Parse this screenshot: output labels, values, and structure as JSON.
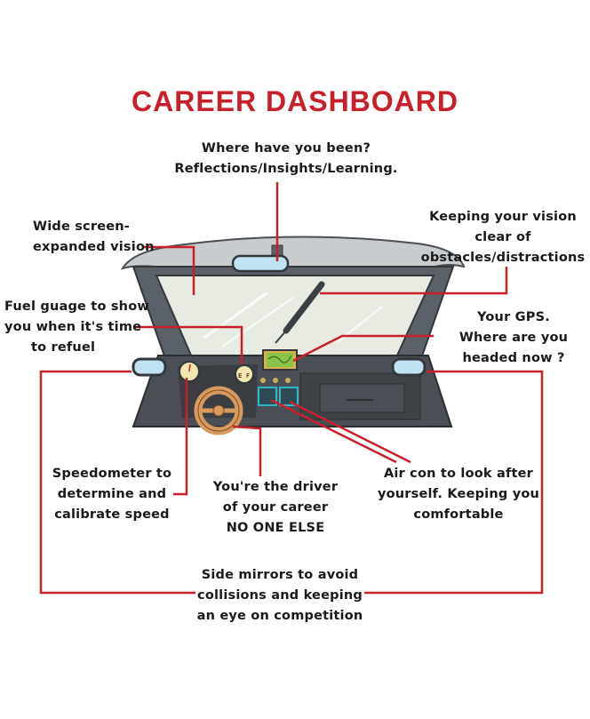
{
  "title": "CAREER DASHBOARD",
  "colors": {
    "accent": "#c8202b",
    "frame": "#5a6168",
    "glass": "#e8ebe2",
    "wheel": "#d89a5e",
    "vent": "#2fb8c8",
    "gps": "#8bc34a"
  },
  "labels": {
    "rear_mirror": [
      "Where have you been?",
      "Reflections/Insights/Learning."
    ],
    "windscreen": [
      "Wide screen-",
      "expanded vision"
    ],
    "wiper": [
      "Keeping your vision",
      "clear of",
      "obstacles/distractions"
    ],
    "fuel": [
      "Fuel guage to show",
      "you when it's time",
      "to refuel"
    ],
    "gps": [
      "Your GPS.",
      "Where are you",
      "headed now ?"
    ],
    "speedometer": [
      "Speedometer to",
      "determine and",
      "calibrate speed"
    ],
    "steering": [
      "You're the driver",
      "of your career",
      "NO ONE ELSE"
    ],
    "aircon": [
      "Air con to look after",
      "yourself. Keeping you",
      "comfortable"
    ],
    "side_mirrors": [
      "Side mirrors to avoid",
      "collisions and keeping",
      "an eye on competition"
    ]
  },
  "fuel_gauge_marks": [
    "E",
    "F"
  ]
}
